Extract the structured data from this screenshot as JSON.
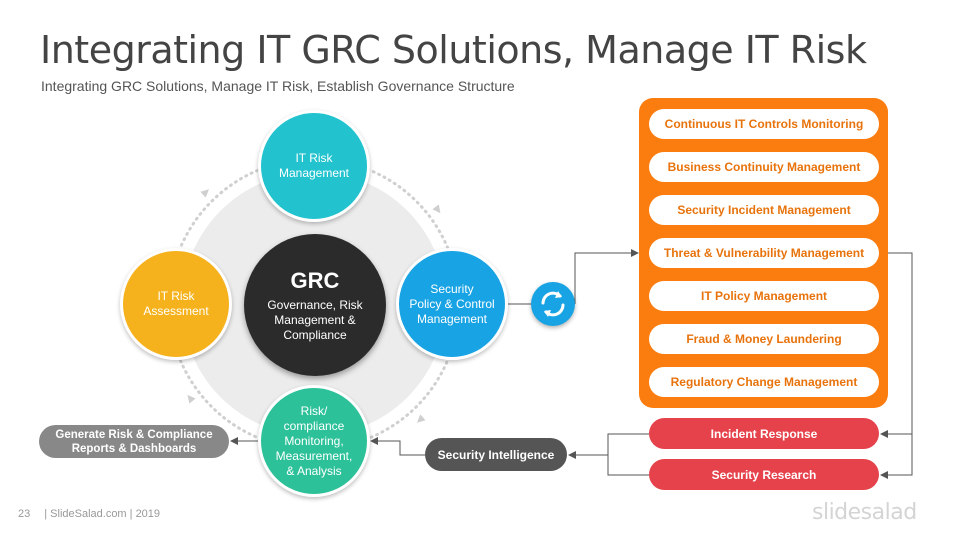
{
  "header": {
    "title": "Integrating IT GRC Solutions, Manage IT Risk",
    "subtitle": "Integrating GRC Solutions, Manage IT Risk, Establish Governance Structure"
  },
  "cycle": {
    "center": {
      "heading": "GRC",
      "lines": [
        "Governance, Risk",
        "Management &",
        "Compliance"
      ]
    },
    "top": {
      "lines": [
        "IT Risk",
        "Management"
      ],
      "color": "#22c3cf"
    },
    "right": {
      "lines": [
        "Security",
        "Policy & Control",
        "Management"
      ],
      "color": "#18a3e4"
    },
    "bottom": {
      "lines": [
        "Risk/",
        "compliance",
        "Monitoring,",
        "Measurement,",
        "& Analysis"
      ],
      "color": "#2cc199"
    },
    "left": {
      "lines": [
        "IT Risk",
        "Assessment"
      ],
      "color": "#f5b21c"
    }
  },
  "sync_icon": "refresh-icon",
  "capabilities": [
    "Continuous IT Controls Monitoring",
    "Business Continuity Management",
    "Security Incident Management",
    "Threat & Vulnerability Management",
    "IT Policy Management",
    "Fraud & Money Laundering",
    "Regulatory Change Management"
  ],
  "outputs": [
    "Incident Response",
    "Security Research"
  ],
  "intelligence": "Security Intelligence",
  "reports": {
    "lines": [
      "Generate Risk & Compliance",
      "Reports & Dashboards"
    ]
  },
  "footer": {
    "page": "23",
    "credit": "| SlideSalad.com | 2019",
    "logo": "slidesalad"
  },
  "colors": {
    "orange_panel": "#fb7c0f",
    "red_pill": "#e5424c",
    "dark": "#2b2b2b"
  }
}
